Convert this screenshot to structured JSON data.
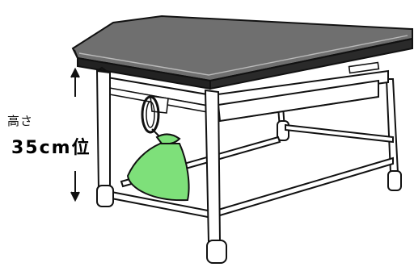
{
  "annotation": {
    "height_label": "高さ",
    "measurement": "35cm位"
  },
  "colors": {
    "bag_fill": "#7ee07a",
    "outline": "#111111",
    "tabletop": "#6f6f6f"
  },
  "illustration": {
    "subject": "desk-with-hanging-bag",
    "icons": [
      "arrow-up-icon",
      "arrow-down-icon"
    ]
  }
}
